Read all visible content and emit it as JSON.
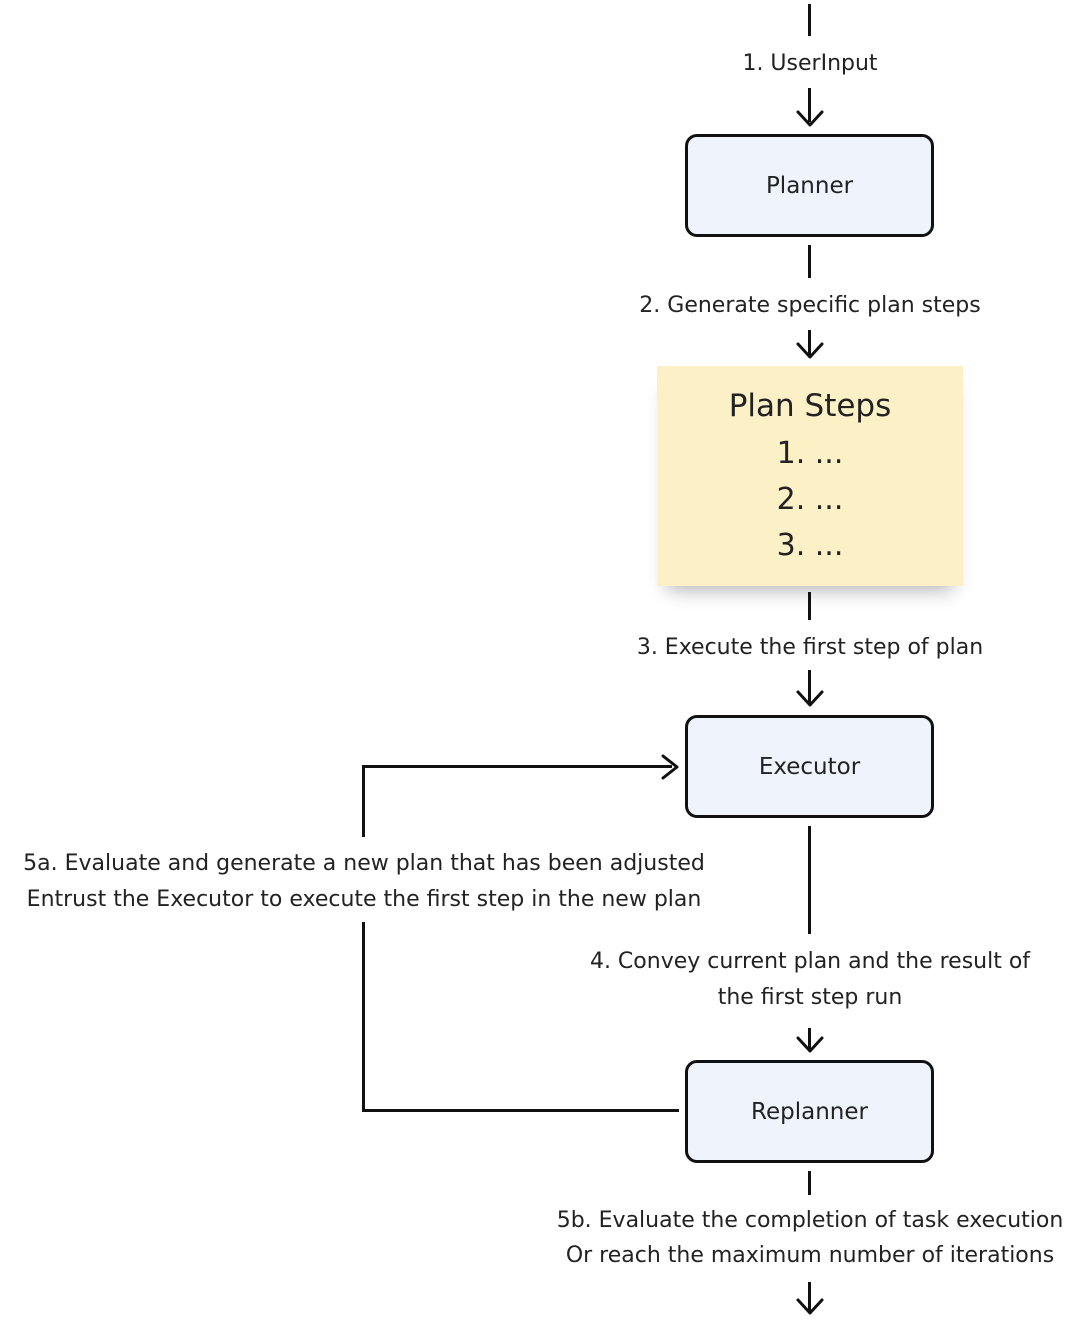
{
  "diagram": {
    "nodes": {
      "planner": "Planner",
      "executor": "Executor",
      "replanner": "Replanner"
    },
    "plan_steps": {
      "title": "Plan Steps",
      "items": [
        "1. ...",
        "2. ...",
        "3. ..."
      ]
    },
    "edges": {
      "step1": "1. UserInput",
      "step2": "2. Generate specific plan steps",
      "step3": "3. Execute the first step of plan",
      "step4_line1": "4. Convey current plan and the result of",
      "step4_line2": "the first step run",
      "step5a_line1": "5a. Evaluate and generate a new plan that has been adjusted",
      "step5a_line2": "Entrust the Executor to execute the first step in the new plan",
      "step5b_line1": "5b. Evaluate the completion of task execution",
      "step5b_line2": "Or reach the maximum number of iterations"
    }
  }
}
